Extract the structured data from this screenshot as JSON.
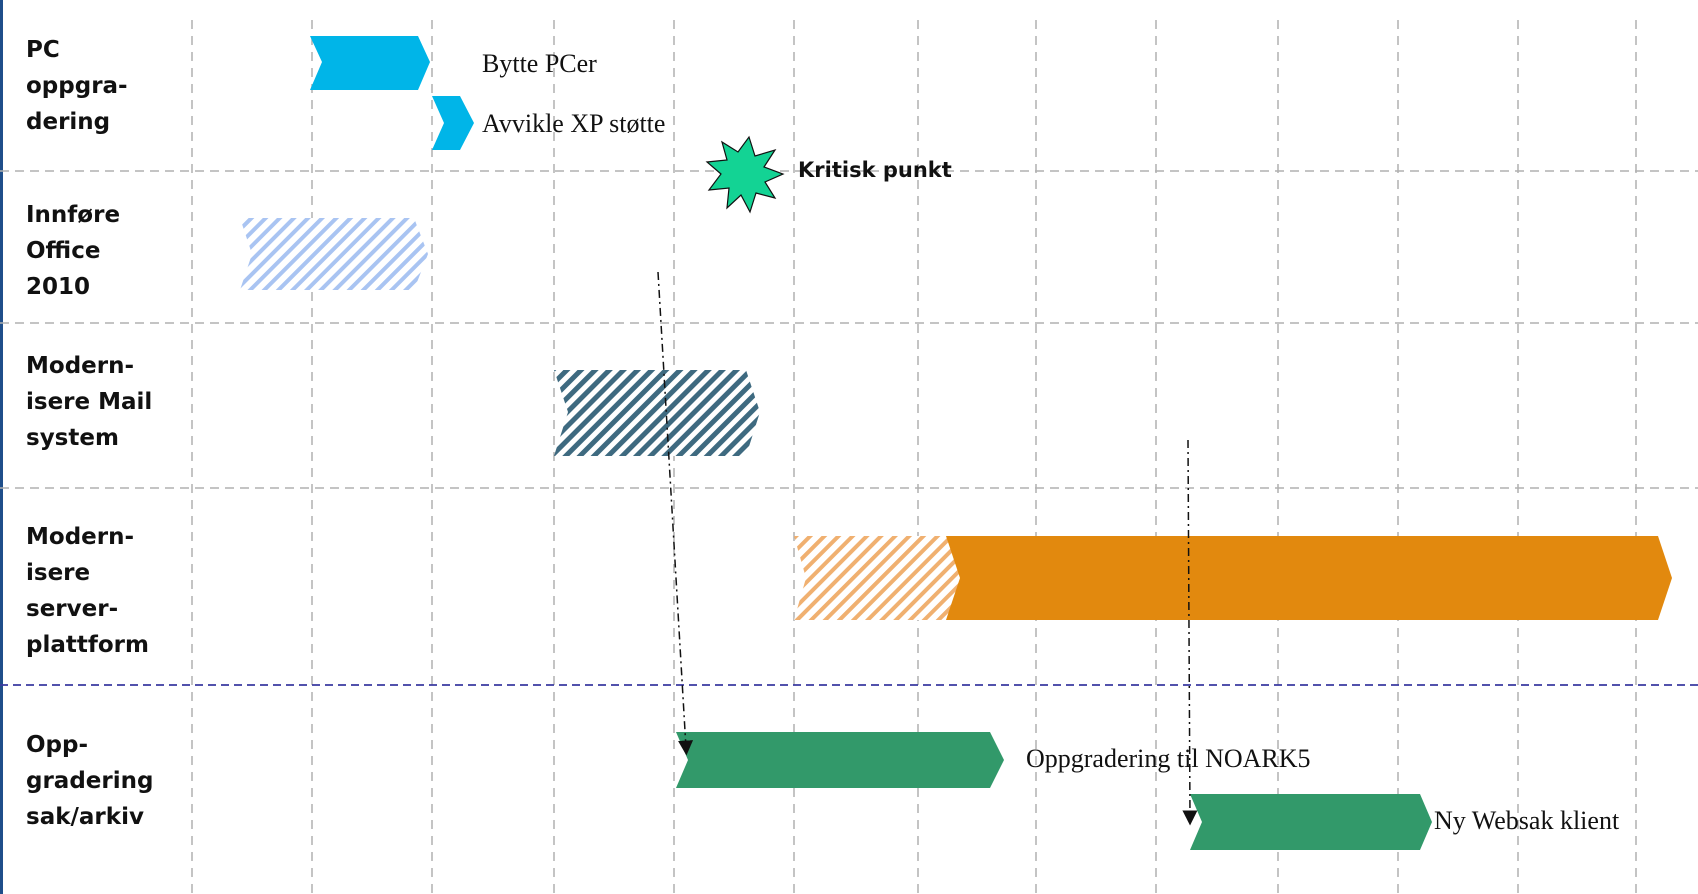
{
  "colors": {
    "pc_blue": "#00b5e8",
    "office_hatch": "#a9c4f2",
    "mail_hatch": "#3e6a80",
    "server_orange": "#e2890e",
    "server_hatch": "#f0b070",
    "sak_green": "#32996a",
    "critical_star": "#13d394",
    "grid": "#b0b0b0",
    "separator_blue": "#3a3aa0"
  },
  "rows": [
    {
      "id": "pc",
      "label": "PC\noppgra-\ndering"
    },
    {
      "id": "office",
      "label": "Innføre\nOffice\n2010"
    },
    {
      "id": "mail",
      "label": "Modern-\nisere Mail\nsystem"
    },
    {
      "id": "server",
      "label": "Modern-\nisere\nserver-\nplattform"
    },
    {
      "id": "sak",
      "label": "Opp-\ngradering\nsak/arkiv"
    }
  ],
  "tasks": {
    "bytte_pcer": "Bytte PCer",
    "avvikle_xp": "Avvikle XP støtte",
    "noark5": "Oppgradering til NOARK5",
    "websak": "Ny Websak klient"
  },
  "milestone": {
    "label": "Kritisk punkt",
    "icon": "starburst-icon"
  }
}
